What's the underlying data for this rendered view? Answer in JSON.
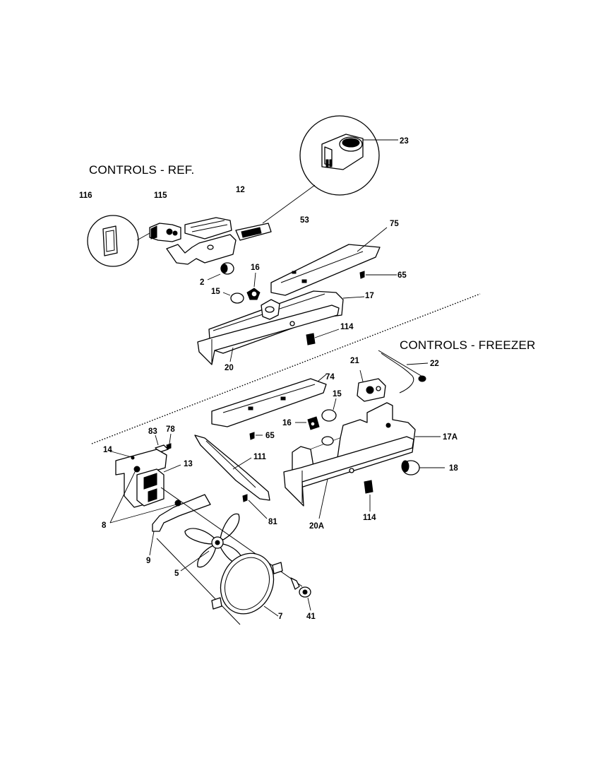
{
  "headings": {
    "ref": "CONTROLS - REF.",
    "freezer": "CONTROLS - FREEZER"
  },
  "callouts": {
    "p116": "116",
    "p115": "115",
    "p12": "12",
    "p53": "53",
    "p23": "23",
    "p75": "75",
    "p65_ref": "65",
    "p16_ref": "16",
    "p2": "2",
    "p15_ref": "15",
    "p17": "17",
    "p114_ref": "114",
    "p20": "20",
    "p22": "22",
    "p21": "21",
    "p74": "74",
    "p15_frz": "15",
    "p16_frz": "16",
    "p65_frz": "65",
    "p83": "83",
    "p78": "78",
    "p14": "14",
    "p13": "13",
    "p111": "111",
    "p17a": "17A",
    "p18": "18",
    "p8": "8",
    "p81": "81",
    "p20a": "20A",
    "p114_frz": "114",
    "p9": "9",
    "p5": "5",
    "p41": "41",
    "p7": "7"
  }
}
